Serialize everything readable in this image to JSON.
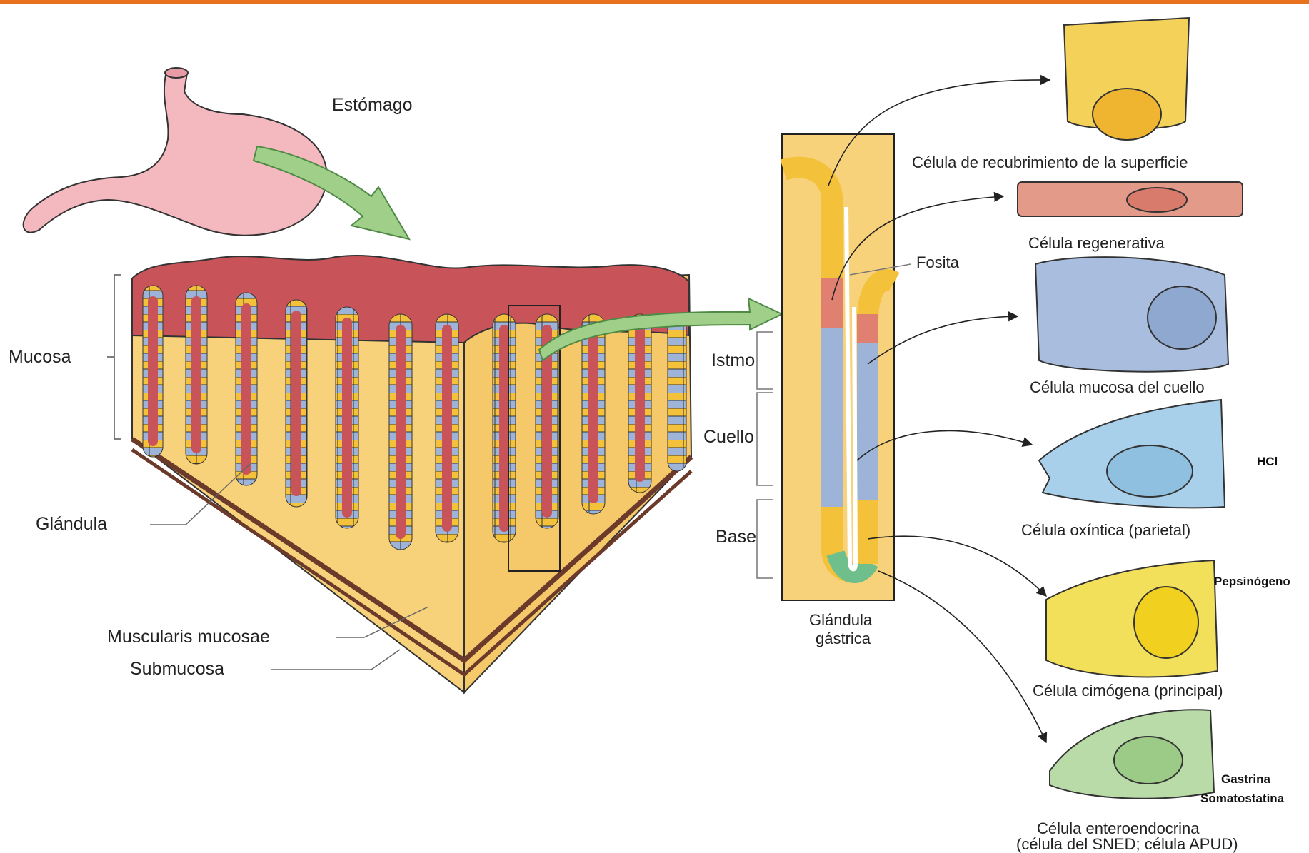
{
  "colors": {
    "top_bar": "#e8711e",
    "arrow_green": "#9fcf88",
    "mucosa_red": "#c8545a",
    "yellow_cell": "#f3c23a",
    "blue_cell": "#9db4d8",
    "green_cell": "#6fbf8c",
    "tissue_yellow": "#f7d27a"
  },
  "labels": {
    "stomach": "Estómago",
    "mucosa": "Mucosa",
    "glandula": "Glándula",
    "muscularis": "Muscularis mucosae",
    "submucosa": "Submucosa",
    "istmo": "Istmo",
    "cuello": "Cuello",
    "base": "Base",
    "fosita": "Fosita",
    "glandula_gastrica_1": "Glándula",
    "glandula_gastrica_2": "gástrica"
  },
  "cells": [
    {
      "id": "surface",
      "label": "Célula de recubrimiento de la superficie",
      "color": "#f4d25a"
    },
    {
      "id": "regenerative",
      "label": "Célula regenerativa",
      "color": "#e49a88"
    },
    {
      "id": "mucous-neck",
      "label": "Célula mucosa del cuello",
      "color": "#a9bedf"
    },
    {
      "id": "oxyntic",
      "label": "Célula oxíntica (parietal)",
      "color": "#a8d0ea",
      "secretion": "HCl"
    },
    {
      "id": "zymogen",
      "label": "Célula cimógena (principal)",
      "color": "#f3e05a",
      "secretion": "Pepsinógeno"
    },
    {
      "id": "enteroendocrine",
      "label": "Célula enteroendocrina",
      "label2": "(célula del SNED; célula APUD)",
      "color": "#b8dba8",
      "secretion": "Gastrina",
      "secretion2": "Somatostatina"
    }
  ]
}
